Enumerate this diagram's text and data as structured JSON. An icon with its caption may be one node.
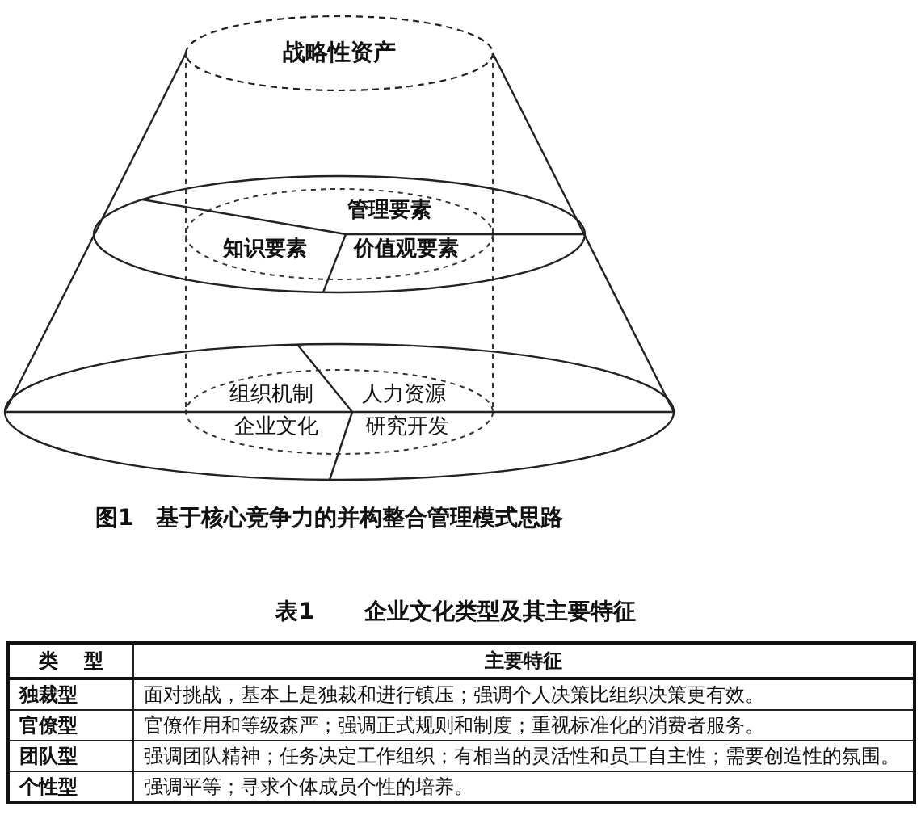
{
  "diagram": {
    "caption": "图1 基于核心竞争力的并构整合管理模式思路",
    "nodes": [
      {
        "text": [
          "战略性资产"
        ]
      },
      {
        "text": [
          "管理要素",
          "知识要素",
          "价值观要素"
        ]
      },
      {
        "text": [
          "组织机制",
          "人力资源",
          "企业文化",
          "研究开发"
        ]
      }
    ],
    "labels": [
      "表1 企业文化类型及其主要特征",
      "类 型",
      "主要特征",
      "独裁型",
      "面对挑战，基本上是独裁和进行镇压；强调个人决策比组织决策更有效。",
      "官僚型",
      "官僚作用和等级森严；强调正式规则和制度；重视标准化的消费者服务。",
      "团队型",
      "强调团队精神；任务决定工作组织；有相当的灵活性和员工自主性；需要创造性的氛围。",
      "个性型",
      "强调平等；寻求个体成员个性的培养。"
    ]
  }
}
